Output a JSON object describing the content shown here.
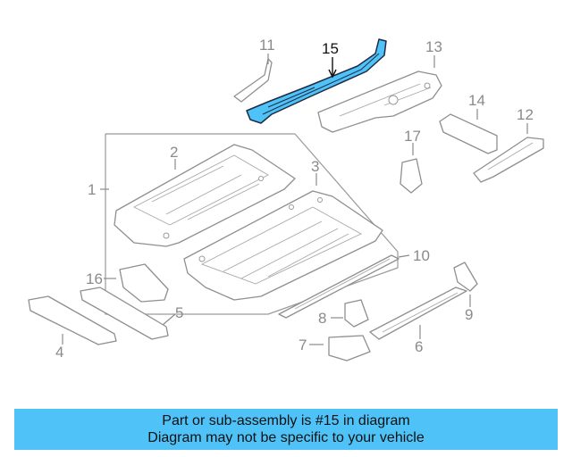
{
  "diagram": {
    "callouts": {
      "c1": "1",
      "c2": "2",
      "c3": "3",
      "c4": "4",
      "c5": "5",
      "c6": "6",
      "c7": "7",
      "c8": "8",
      "c9": "9",
      "c10": "10",
      "c11": "11",
      "c12": "12",
      "c13": "13",
      "c14": "14",
      "c15": "15",
      "c16": "16",
      "c17": "17"
    },
    "highlighted_part": "15",
    "highlight_color": "#4fc3f7",
    "line_color": "#9a9a9a"
  },
  "banner": {
    "line1": "Part or sub-assembly is #15 in diagram",
    "line2": "Diagram may not be specific to your vehicle",
    "background": "#4fc3f7"
  }
}
